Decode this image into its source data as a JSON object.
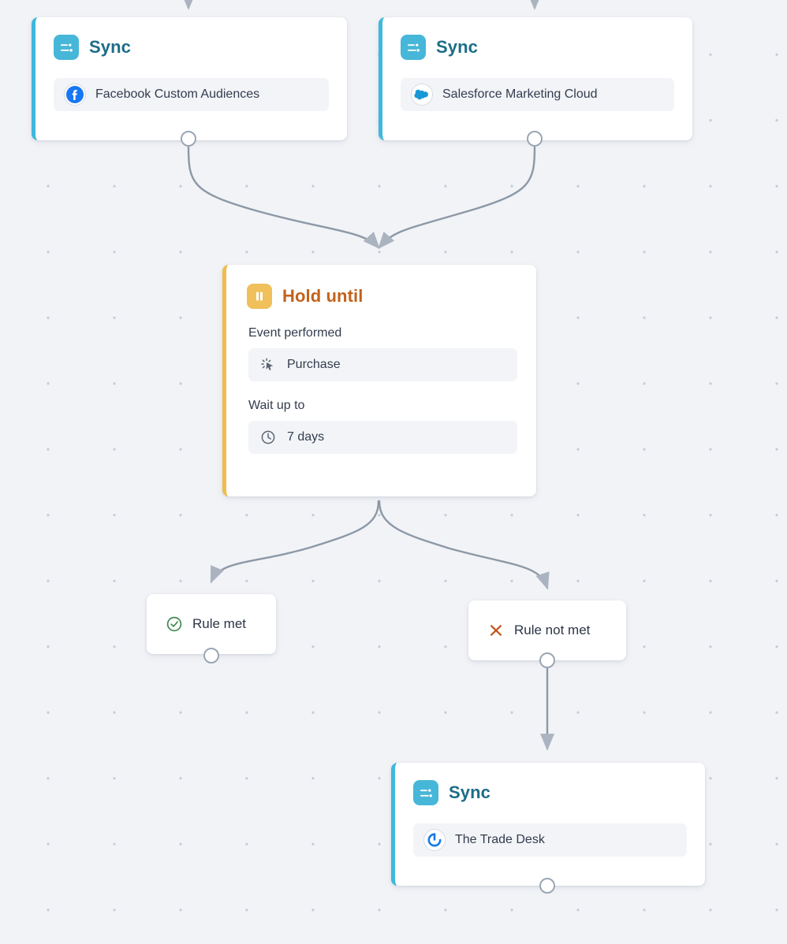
{
  "canvas": {
    "background_color": "#f1f3f7",
    "grid_dot_color": "#c6cdd8",
    "edge_color": "#8d98a6"
  },
  "nodes": {
    "sync_facebook": {
      "title": "Sync",
      "type_icon": "sync-sliders-icon",
      "accent_color": "#3fb8dd",
      "destination": {
        "label": "Facebook Custom Audiences",
        "logo": "facebook-logo-icon",
        "logo_color": "#1877f2"
      }
    },
    "sync_salesforce": {
      "title": "Sync",
      "type_icon": "sync-sliders-icon",
      "accent_color": "#3fb8dd",
      "destination": {
        "label": "Salesforce Marketing Cloud",
        "logo": "salesforce-cloud-logo-icon",
        "logo_color": "#1798d7"
      }
    },
    "hold_until": {
      "title": "Hold until",
      "type_icon": "pause-icon",
      "accent_color": "#f0bc4a",
      "title_color": "#c2621c",
      "fields": [
        {
          "label": "Event performed",
          "value": "Purchase",
          "icon": "click-cursor-icon"
        },
        {
          "label": "Wait up to",
          "value": "7 days",
          "icon": "clock-icon"
        }
      ]
    },
    "rule_met": {
      "label": "Rule met",
      "icon": "circle-check-icon",
      "icon_color": "#3e8b50"
    },
    "rule_not_met": {
      "label": "Rule not met",
      "icon": "x-mark-icon",
      "icon_color": "#c2561e"
    },
    "sync_tradedesk": {
      "title": "Sync",
      "type_icon": "sync-sliders-icon",
      "accent_color": "#3fb8dd",
      "destination": {
        "label": "The Trade Desk",
        "logo": "trade-desk-logo-icon",
        "logo_color": "#1878e8"
      }
    }
  }
}
